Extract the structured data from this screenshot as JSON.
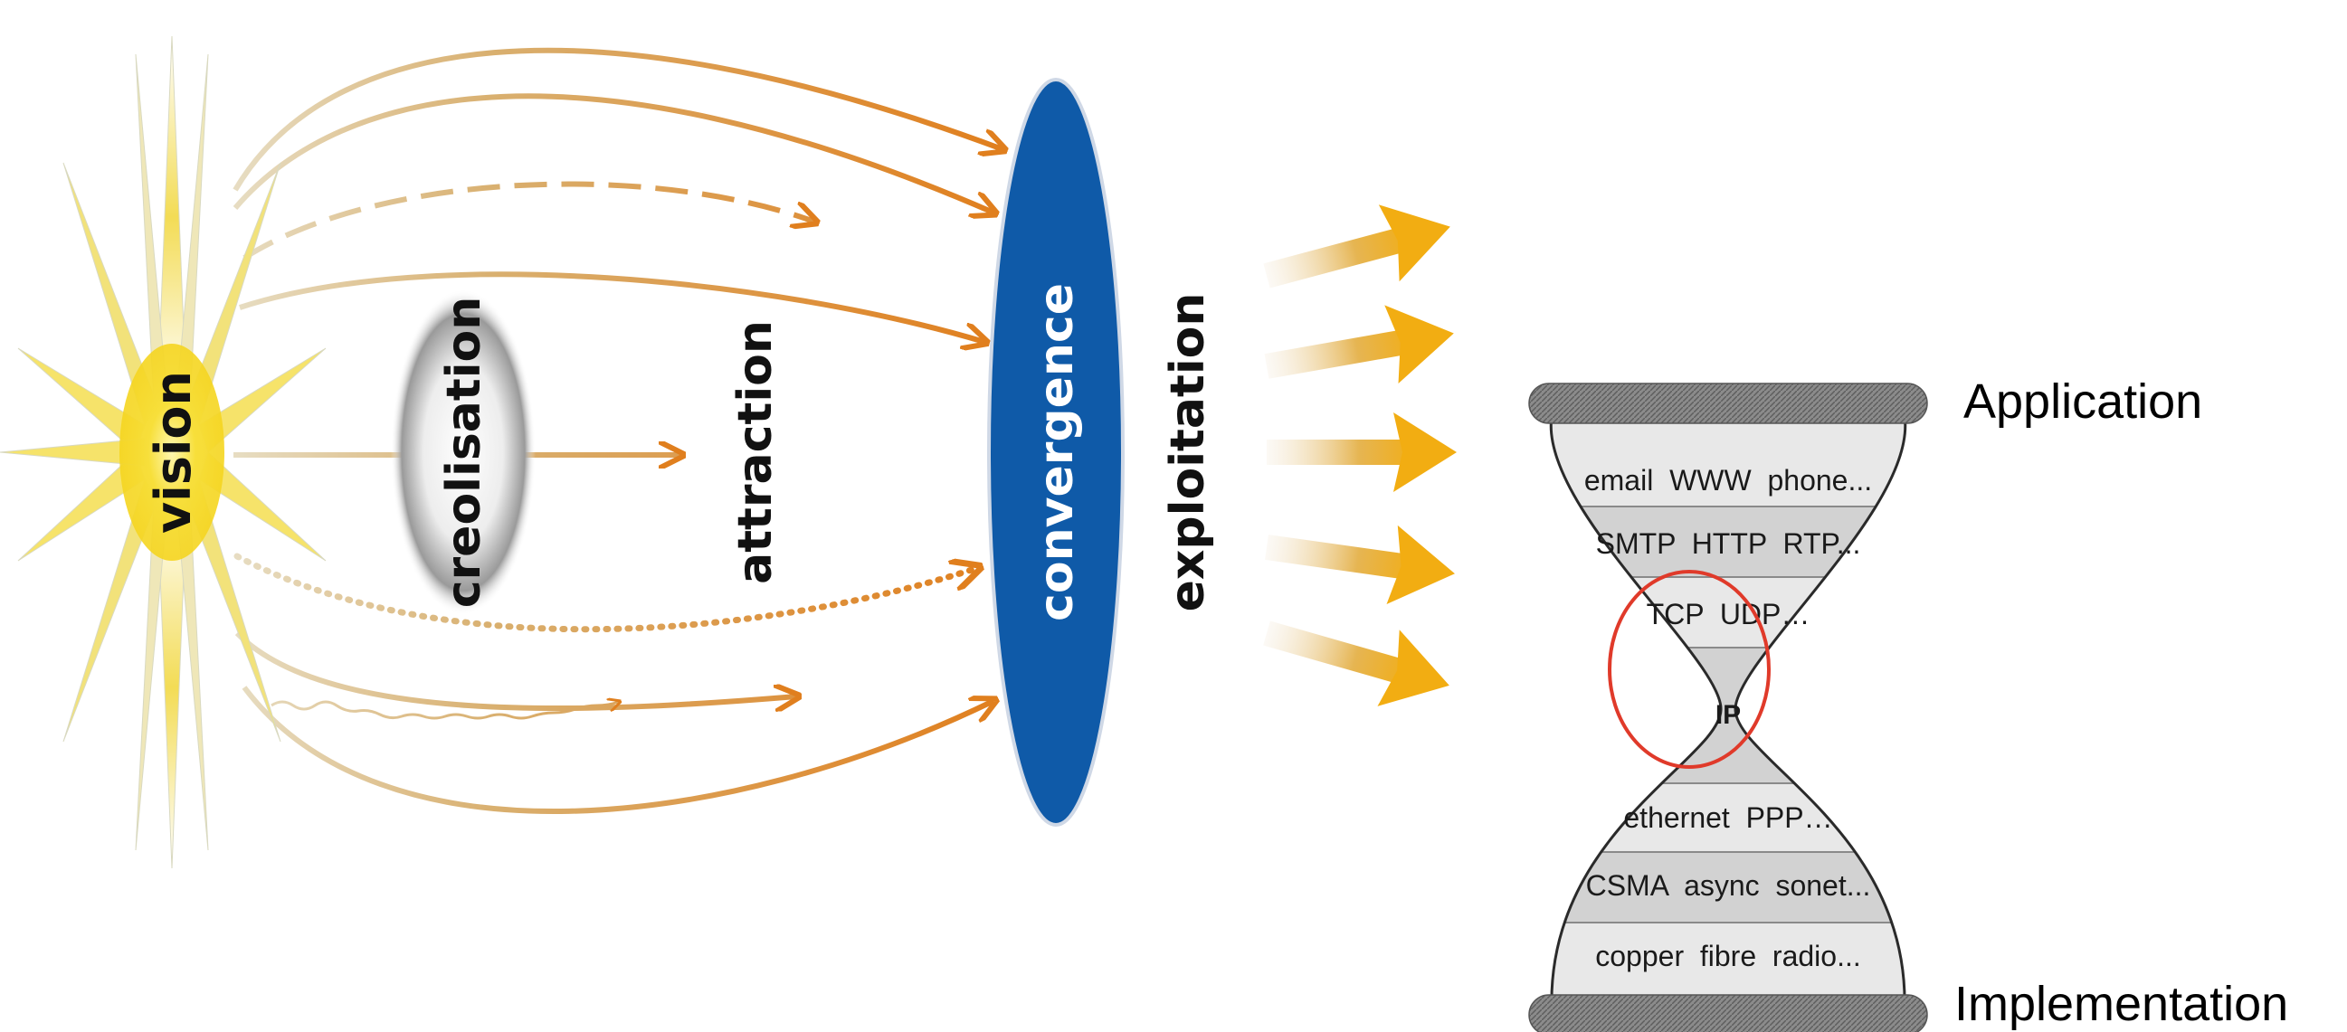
{
  "left_diagram": {
    "vision_label": "vision",
    "creolisation_label": "creolisation",
    "attraction_label": "attraction",
    "convergence_label": "convergence",
    "exploitation_label": "exploitation"
  },
  "hourglass": {
    "top_label": "Application",
    "bottom_label": "Implementation",
    "layers": [
      "email  WWW  phone...",
      "SMTP  HTTP  RTP...",
      "TCP  UDP…",
      "IP",
      "ethernet  PPP…",
      "CSMA  async  sonet...",
      "copper  fibre  radio..."
    ]
  },
  "colors": {
    "arrow_orange": "#e08a2a",
    "thick_arrow": "#f0b019",
    "convergence_blue": "#0f5aa8",
    "star_yellow": "#f7df3a",
    "highlight_circle": "#e03a2a",
    "hourglass_fill": "#d7d7d7"
  }
}
